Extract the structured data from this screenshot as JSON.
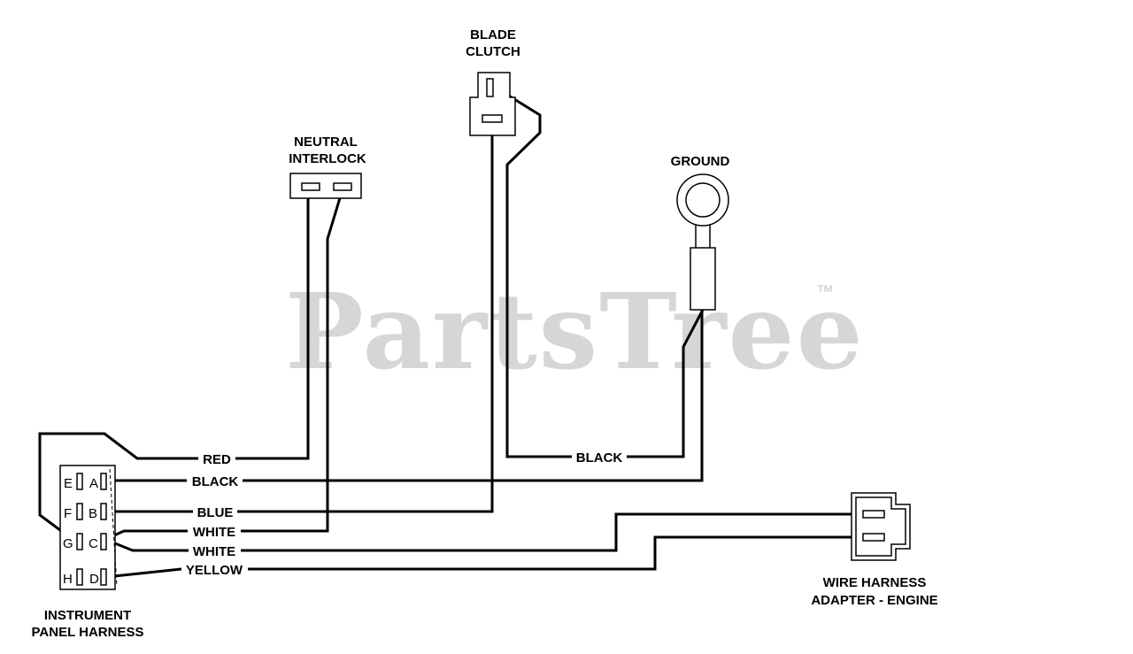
{
  "watermark": {
    "text": "PartsTree",
    "trademark": "™"
  },
  "components": {
    "blade_clutch": {
      "line1": "BLADE",
      "line2": "CLUTCH"
    },
    "neutral_interlock": {
      "line1": "NEUTRAL",
      "line2": "INTERLOCK"
    },
    "ground": {
      "label": "GROUND"
    },
    "instrument_panel_harness": {
      "line1": "INSTRUMENT",
      "line2": "PANEL HARNESS",
      "pins_left": [
        "E",
        "F",
        "G",
        "H"
      ],
      "pins_right": [
        "A",
        "B",
        "C",
        "D"
      ]
    },
    "wire_harness_adapter": {
      "line1": "WIRE HARNESS",
      "line2": "ADAPTER - ENGINE"
    }
  },
  "wires": {
    "red": "RED",
    "black_ground": "BLACK",
    "black_a": "BLACK",
    "blue": "BLUE",
    "white_1": "WHITE",
    "white_2": "WHITE",
    "yellow": "YELLOW"
  }
}
